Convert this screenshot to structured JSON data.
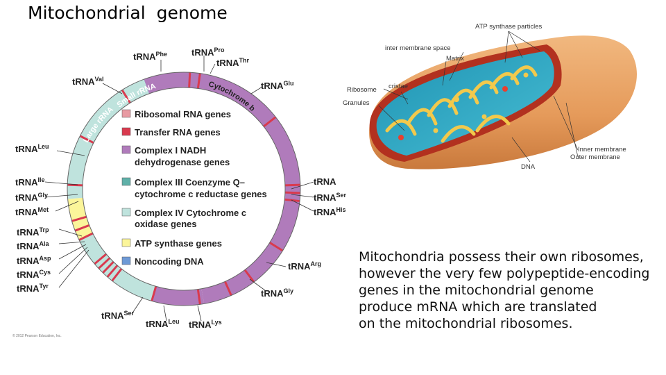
{
  "slide": {
    "title": "Mitochondrial  genome"
  },
  "genome_map": {
    "trna_prefix": "tRNA",
    "trnas": [
      {
        "sup": "Phe"
      },
      {
        "sup": "Pro"
      },
      {
        "sup": "Thr"
      },
      {
        "sup": "Val"
      },
      {
        "sup": "Glu"
      },
      {
        "sup": "Leu"
      },
      {
        "sup": "Ile"
      },
      {
        "sup": "Gly"
      },
      {
        "sup": "Met"
      },
      {
        "sup": "Trp"
      },
      {
        "sup": "Ala"
      },
      {
        "sup": "Asp"
      },
      {
        "sup": "Cys"
      },
      {
        "sup": "Tyr"
      },
      {
        "sup": "Ser"
      },
      {
        "sup": "Leu"
      },
      {
        "sup": "Lys"
      },
      {
        "sup": "Gly"
      },
      {
        "sup": "Arg"
      },
      {
        "sup": ""
      },
      {
        "sup": "Ser"
      },
      {
        "sup": "His"
      }
    ],
    "arc_labels": {
      "small_rrna": "Small rRNA",
      "large_rrna": "Large rRNA",
      "cytochrome_b": "Cytochrome b"
    },
    "legend": [
      {
        "color": "#e89aa2",
        "line1": "Ribosomal RNA genes",
        "line2": ""
      },
      {
        "color": "#d93a4e",
        "line1": "Transfer RNA genes",
        "line2": ""
      },
      {
        "color": "#b07bbb",
        "line1_bold": "Complex I",
        "line1_rest": " NADH",
        "line2": "dehydrogenase genes"
      },
      {
        "color": "#5fb0a8",
        "line1_bold": "Complex III",
        "line1_rest": " Coenzyme Q–",
        "line2": "cytochrome c reductase genes"
      },
      {
        "color": "#bfe3dd",
        "line1_bold": "Complex IV",
        "line1_rest": " Cytochrome c",
        "line2": "oxidase genes"
      },
      {
        "color": "#fbf59a",
        "line1": "ATP synthase genes",
        "line2": ""
      },
      {
        "color": "#6e9ad6",
        "line1": "Noncoding DNA",
        "line2": ""
      }
    ],
    "copyright": "© 2012 Pearson Education, Inc."
  },
  "mitochondrion": {
    "labels": {
      "atp_synthase": "ATP synthase particles",
      "inter_membrane": "inter membrane space",
      "matrix": "Matrix",
      "cristae": "cristae",
      "ribosome": "Ribosome",
      "granules": "Granules",
      "inner_membrane": "Inner membrane",
      "outer_membrane": "Outer membrane",
      "dna": "DNA"
    },
    "colors": {
      "outer": "#e8a263",
      "outer_dark": "#c97a3e",
      "matrix": "#2aa7c2",
      "cristae": "#f1c84a",
      "inner_border": "#b23a2a"
    }
  },
  "caption": {
    "lines": [
      "Mitochondria possess their own ribosomes,",
      "however the very few polypeptide-encoding",
      "genes in the mitochondrial genome",
      "produce mRNA which are translated",
      "on the mitochondrial ribosomes."
    ]
  }
}
